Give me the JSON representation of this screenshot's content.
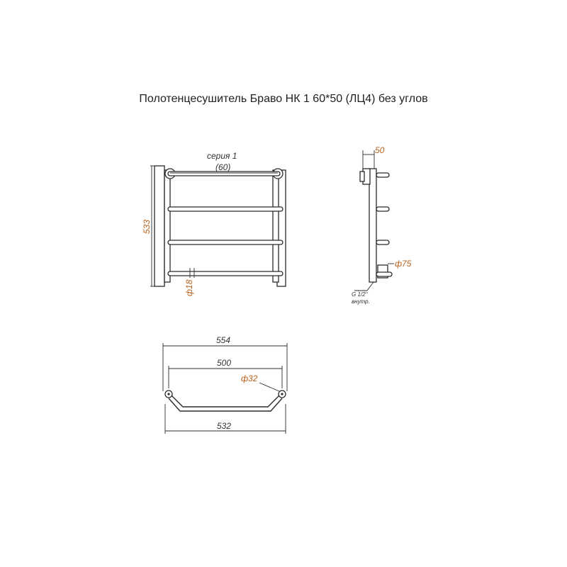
{
  "title": "Полотенцесушитель Браво НК 1 60*50 (ЛЦ4) без углов",
  "front_view": {
    "series_label": "серия 1",
    "series_sub": "(60)",
    "height_dim": "533",
    "pipe_dim": "ф18"
  },
  "side_view": {
    "depth_dim": "50",
    "flange_dim": "ф75",
    "thread_label": "G 1/2\"",
    "thread_sub": "внутр."
  },
  "top_view": {
    "overall_width": "554",
    "center_width": "500",
    "pipe_dim": "ф32",
    "inner_width": "532"
  },
  "colors": {
    "line": "#2b2b2b",
    "dimension_accent": "#b8621f"
  }
}
